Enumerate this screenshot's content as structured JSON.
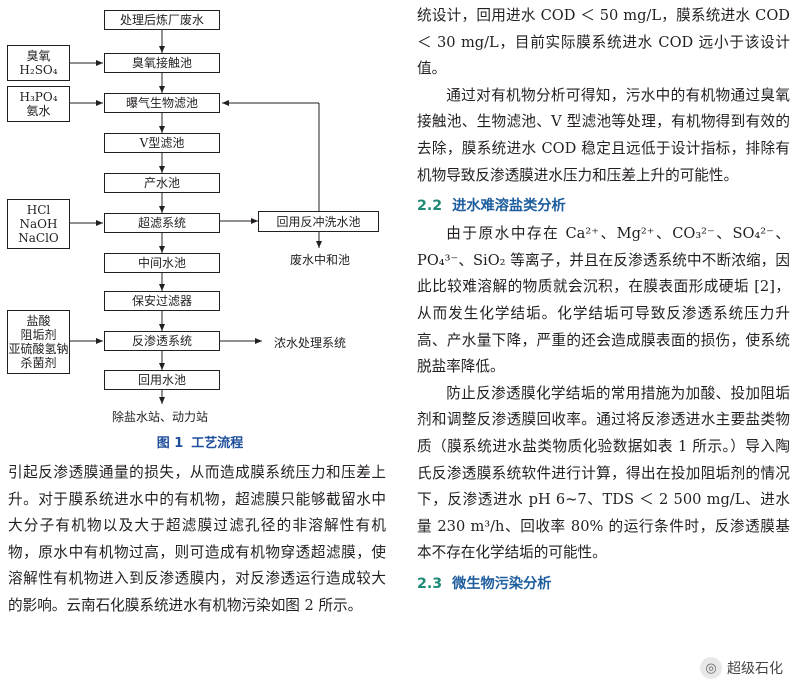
{
  "diagram": {
    "main_flow": [
      "处理后炼厂废水",
      "臭氧接触池",
      "曝气生物滤池",
      "V型滤池",
      "产水池",
      "超滤系统",
      "中间水池",
      "保安过滤器",
      "反渗透系统",
      "回用水池"
    ],
    "side_inputs": {
      "ozone": [
        "臭氧",
        "H₂SO₄"
      ],
      "bio": [
        "H₃PO₄",
        "氨水"
      ],
      "uf": [
        "HCl",
        "NaOH",
        "NaClO"
      ],
      "ro": [
        "盐酸",
        "阻垢剂",
        "亚硫酸氢钠",
        "杀菌剂"
      ]
    },
    "backwash_tank": "回用反冲洗水池",
    "waste_neutral": "废水中和池",
    "concentrate": "浓水处理系统",
    "outlet": "除盐水站、动力站",
    "caption_num": "图 1",
    "caption_text": "工艺流程"
  },
  "left_text": "引起反渗透膜通量的损失，从而造成膜系统压力和压差上升。对于膜系统进水中的有机物，超滤膜只能够截留水中大分子有机物以及大于超滤膜过滤孔径的非溶解性有机物，原水中有机物过高，则可造成有机物穿透超滤膜，使溶解性有机物进入到反渗透膜内，对反渗透运行造成较大的影响。云南石化膜系统进水有机物污染如图 2 所示。",
  "right": {
    "p0": "统设计，回用进水 COD ＜ 50 mg/L，膜系统进水 COD ＜ 30 mg/L，目前实际膜系统进水 COD 远小于该设计值。",
    "p1": "通过对有机物分析可得知，污水中的有机物通过臭氧接触池、生物滤池、V 型滤池等处理，有机物得到有效的去除，膜系统进水 COD 稳定且远低于设计指标，排除有机物导致反渗透膜进水压力和压差上升的可能性。",
    "h22_num": "2.2",
    "h22": "进水难溶盐类分析",
    "p2": "由于原水中存在 Ca²⁺、Mg²⁺、CO₃²⁻、SO₄²⁻、PO₄³⁻、SiO₂ 等离子，并且在反渗透系统中不断浓缩，因此比较难溶解的物质就会沉积，在膜表面形成硬垢 [2]，从而发生化学结垢。化学结垢可导致反渗透系统压力升高、产水量下降，严重的还会造成膜表面的损伤，使系统脱盐率降低。",
    "p3": "防止反渗透膜化学结垢的常用措施为加酸、投加阻垢剂和调整反渗透膜回收率。通过将反渗透进水主要盐类物质（膜系统进水盐类物质化验数据如表 1 所示。）导入陶氏反渗透膜系统软件进行计算，得出在投加阻垢剂的情况下，反渗透进水 pH 6~7、TDS ＜ 2 500 mg/L、进水量 230 m³/h、回收率 80% 的运行条件时，反渗透膜基本不存在化学结垢的可能性。",
    "h23_num": "2.3",
    "h23": "微生物污染分析"
  },
  "watermark": "超级石化"
}
